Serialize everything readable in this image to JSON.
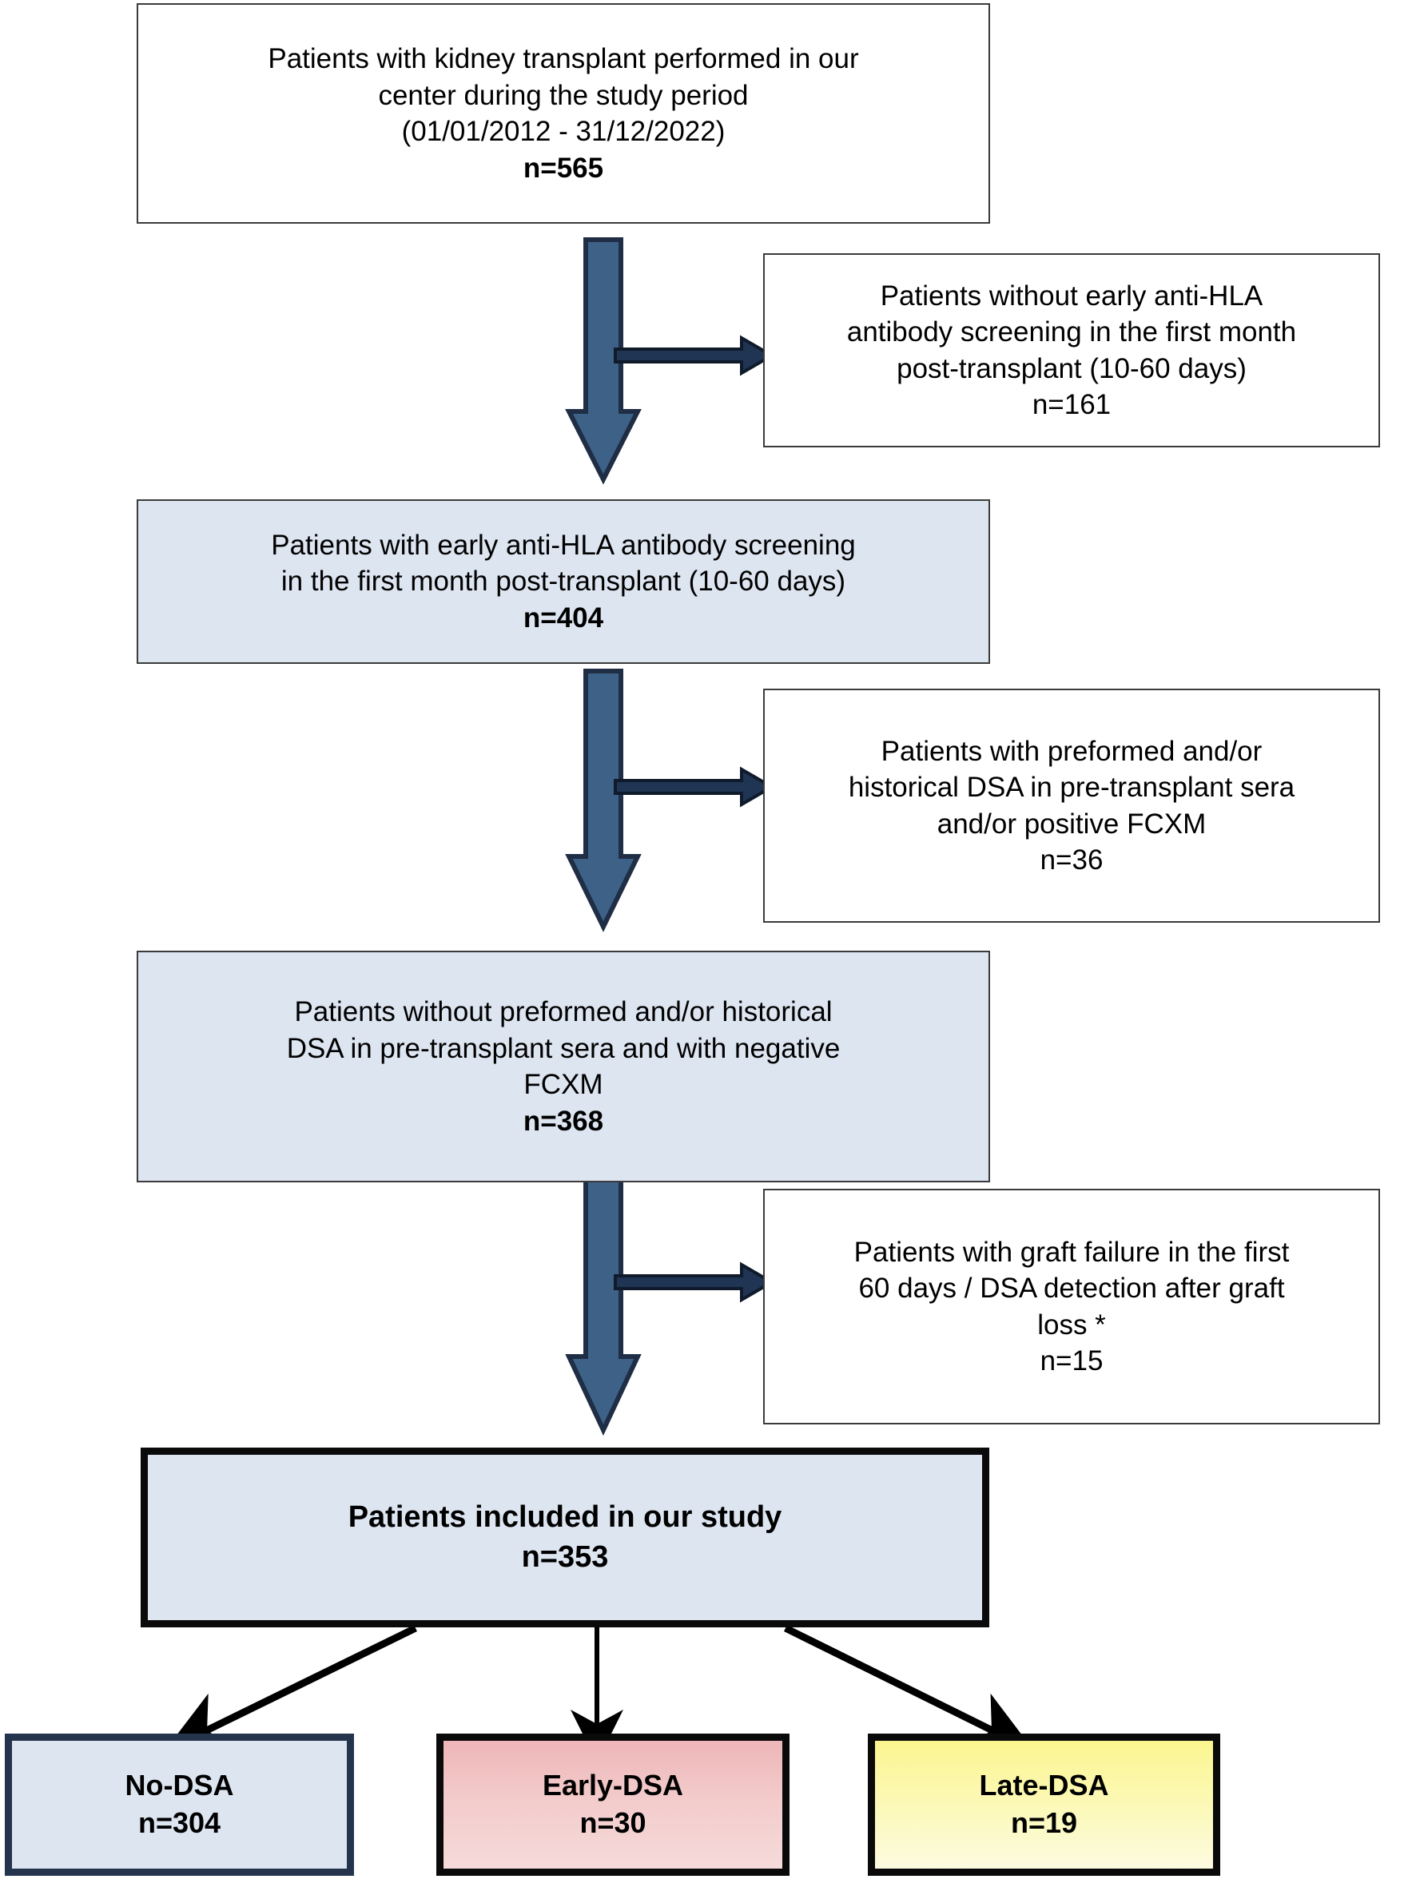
{
  "figure": {
    "type": "flowchart",
    "title": "Study population flow diagram",
    "colors": {
      "box_fill_blue": "#dde5f1",
      "box_fill_white": "#ffffff",
      "box_border_thin": "#3b3b3b",
      "box_border_heavy": "#0a0a0a",
      "nodsa_border": "#24344d",
      "earlydsa_fill": "#eeb6b8",
      "latedsa_fill": "#fbf58f",
      "block_arrow_fill": "#3d6187",
      "block_arrow_stroke": "#1f2e45",
      "thin_arrow": "#1f3553"
    }
  },
  "nodes": {
    "source": {
      "lines": [
        "Patients with kidney transplant performed in our",
        "center during the study period",
        "(01/01/2012 - 31/12/2022)"
      ],
      "count": "n=565"
    },
    "exclusion1": {
      "lines": [
        "Patients without early anti-HLA",
        "antibody screening in the first month",
        "post-transplant (10-60 days)"
      ],
      "count": "n=161"
    },
    "screened": {
      "lines": [
        "Patients with early anti-HLA antibody screening",
        "in the first month post-transplant (10-60 days)"
      ],
      "count": "n=404"
    },
    "exclusion2": {
      "lines": [
        "Patients with preformed and/or",
        "historical DSA in pre-transplant sera",
        "and/or positive FCXM"
      ],
      "count": "n=36"
    },
    "nopreformed": {
      "lines": [
        "Patients without preformed and/or historical",
        "DSA in pre-transplant sera and with negative",
        "FCXM"
      ],
      "count": "n=368"
    },
    "exclusion3": {
      "lines": [
        "Patients with graft failure in the first",
        "60 days / DSA detection after graft",
        "loss *"
      ],
      "count": "n=15"
    },
    "included": {
      "lines": [
        "Patients included in our study"
      ],
      "count": "n=353"
    },
    "no_dsa": {
      "label": "No-DSA",
      "count": "n=304"
    },
    "early_dsa": {
      "label": "Early-DSA",
      "count": "n=30"
    },
    "late_dsa": {
      "label": "Late-DSA",
      "count": "n=19"
    }
  }
}
